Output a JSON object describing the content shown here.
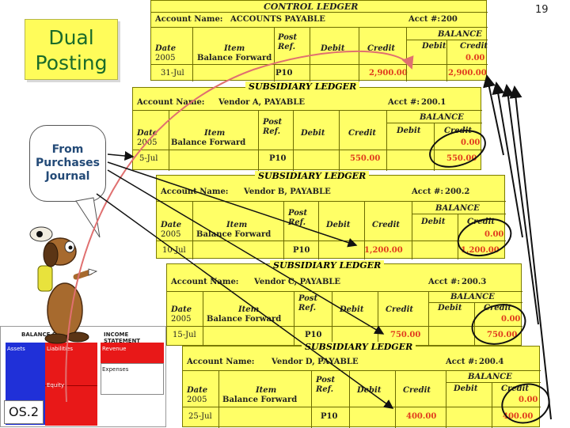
{
  "page_number": "19",
  "title_lines": [
    "Dual",
    "Posting"
  ],
  "bubble_lines": [
    "From",
    "Purchases",
    "Journal"
  ],
  "headers": {
    "date": "Date",
    "year": "2005",
    "item": "Item",
    "item_sub": "Balance Forward",
    "post": "Post",
    "ref": "Ref.",
    "debit": "Debit",
    "credit": "Credit",
    "balance": "BALANCE"
  },
  "ledgers": [
    {
      "caption": "CONTROL LEDGER",
      "account_label": "Account Name:",
      "account_name": "ACCOUNTS PAYABLE",
      "acct_label": "Acct #:",
      "acct_no": "200",
      "opening_balance": "0.00",
      "entry": {
        "date": "31-Jul",
        "ref": "P10",
        "credit": "2,900.00",
        "balance": "2,900.00"
      }
    },
    {
      "caption": "SUBSIDIARY LEDGER",
      "account_label": "Account Name:",
      "account_name": "Vendor A, PAYABLE",
      "acct_label": "Acct #:",
      "acct_no": "200.1",
      "opening_balance": "0.00",
      "entry": {
        "date": "5-Jul",
        "ref": "P10",
        "credit": "550.00",
        "balance": "550.00"
      }
    },
    {
      "caption": "SUBSIDIARY LEDGER",
      "account_label": "Account Name:",
      "account_name": "Vendor B, PAYABLE",
      "acct_label": "Acct #:",
      "acct_no": "200.2",
      "opening_balance": "0.00",
      "entry": {
        "date": "10-Jul",
        "ref": "P10",
        "credit": "1,200.00",
        "balance": "1,200.00"
      }
    },
    {
      "caption": "SUBSIDIARY LEDGER",
      "account_label": "Account Name:",
      "account_name": "Vendor C, PAYABLE",
      "acct_label": "Acct #:",
      "acct_no": "200.3",
      "opening_balance": "0.00",
      "entry": {
        "date": "15-Jul",
        "ref": "P10",
        "credit": "750.00",
        "balance": "750.00"
      }
    },
    {
      "caption": "SUBSIDIARY LEDGER",
      "account_label": "Account Name:",
      "account_name": "Vendor D, PAYABLE",
      "acct_label": "Acct #:",
      "acct_no": "200.4",
      "opening_balance": "0.00",
      "entry": {
        "date": "25-Jul",
        "ref": "P10",
        "credit": "400.00",
        "balance": "400.00"
      }
    }
  ],
  "thumbnail": {
    "balance_sheet": "BALANCE SHEET",
    "income_statement": "INCOME STATEMENT",
    "assets": "Assets",
    "liabilities": "Liabilities",
    "equity": "Equity",
    "revenue": "Revenue",
    "expenses": "Expenses"
  },
  "objective_label": "OS.2",
  "colors": {
    "ledger_fill": "#ffff66",
    "red_text": "#e03c1e",
    "title_green": "#1a6b2a",
    "bubble_blue": "#234a77"
  }
}
